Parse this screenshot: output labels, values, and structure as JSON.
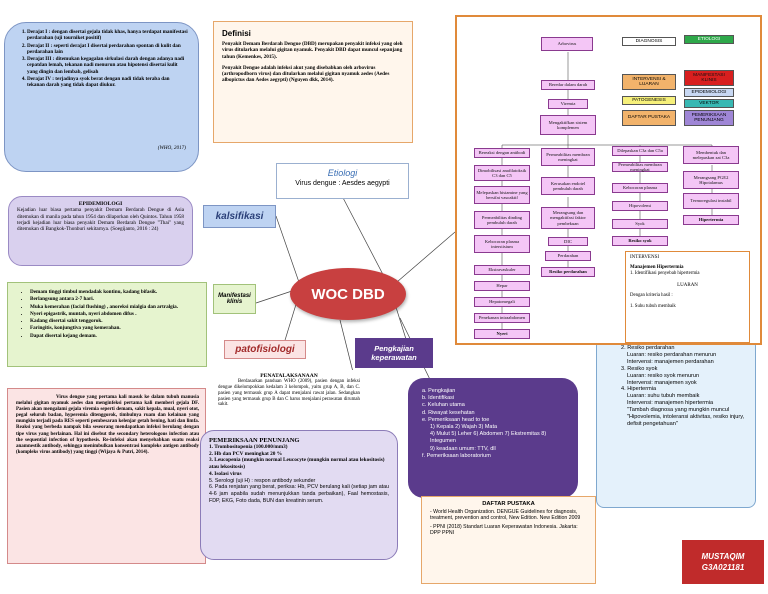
{
  "center": {
    "title": "WOC DBD"
  },
  "labels": {
    "klasifikasi": "kalsifikasi",
    "manifestasi": "Manifestasi\nklinis",
    "patofisiologi": "patofisiologi",
    "pengkajian": "Pengkajian\nkeperawatan"
  },
  "klasifikasi_box": {
    "items": [
      "Derajat I : dengan disertai gejala tidak khas, hanya terdapat manifestasi perdarahan (uji tourniket positif)",
      "Derajat II : seperti derajat I disertai perdarahan spontan di kulit dan perdarahan lain",
      "Derajat III : ditemukan kegagalan sirkulasi darah dengan adanya nadi cepatdan lemah, tekanan nadi menurun atau hipotensi disertai kulit yang dingin dan lembab, gelisah",
      "Derajat IV : terjadinya syok berat dengan nadi tidak teraba dan tekanan darah yang tidak dapat diukur."
    ],
    "source": "(WHO, 2017)"
  },
  "definisi": {
    "heading": "Definisi",
    "p1": "Penyakit Demam Berdarah Dengue (DBD) merupakan penyakit infeksi yang oleh virus ditularkan melalui gigitan nyamuk. Penyakit DBD dapat muncul sepanjang tahun (Kemenkes, 2015).",
    "p2": "Penyakit Dengue adalah infeksi akut yang disebabkan oleh arbovirus (arthropodborn virus) dan ditularkan melalui gigitan nyamuk aedes (Aedes albopictus dan Aedes aegypti) (Nguyen dkk, 2014)."
  },
  "etiologi": {
    "heading": "Etiologi",
    "text": "Virus dengue : Aesdes aegypti"
  },
  "epidemiologi": {
    "heading": "EPIDEMIOLOGI",
    "text": "Kejadian luar biasa pertama penyakit Demam Berdarah Dengue di Asia ditemukan di manila pada tahun 1954 dan dilaporkan oleh Quintos. Tahun 1958 terjadi kejadian luar biasa penyakit Demam Berdarah Dengue \"Thai\" yang ditemukan di Bangkok-Thonburi sekitarnya. (Soegijanto, 2016 : 24)"
  },
  "manifestasi_box": {
    "items": [
      "Demam tinggi timbul mendadak kontinu, kadang bifasik.",
      "Berlangsung antara 2-7 hari.",
      "Muka kemerahan (facial flushing) , anoreksi mialgia dan artralgia.",
      "Nyeri epigastrik, muntah, nyeri abdomen difus .",
      "Kadang disertai sakit tenggorok.",
      "Faringitis, konjungtiva yang kemerahan.",
      "Dapat disertai kejang demam."
    ]
  },
  "patofisiologi_box": {
    "text": "Virus dengue yang pertama kali masuk ke dalam tubuh manusia melalui gigitan nyamuk aedes dan menginfeksi pertama kali memberi gejala DF. Pasien akan mengalami gejala viremia seperti demam, sakit kepala, mual, nyeri otot, pegal seluruh badan, hyperemia ditenggorok, timbulnya ruam dan kelainan yang mungkin terjadi pada RES seperti pembesaran kelenjar getah bening, hati dan limfa. Reaksi yang berbeda nampak bila seseorang mendapatkan infeksi berulang dengan tipe virus yang berlainan. Hal ini disebut the secondary heterologous infection atau the sequential infection of hypothesis. Re-infeksi akan menyebabkan suatu reaksi anamnestik antibody, sehingga menimbulkan konsentrasi kompleks antigen antibody (kompleks virus antibody) yang tinggi (Wijaya & Putri, 2014)."
  },
  "penatalaksanaan": {
    "heading": "PENATALAKSANAAN",
    "text": "Berdasarkan panduan WHO (2009), pasien dengan infeksi dengue dikelompokkan kedalam 3 kelompok, yaitu grup A, B, dan C. pasien yang termasuk grup A dapat menjalani rawat jalan. Sedangkan pasien yang termasuk grup B dan C harus menjalani perawatan dirumah sakit."
  },
  "penunjang": {
    "heading": "PEMERIKSAAN PENUNJANG",
    "items": [
      "1. Trombositopenia (100.000/mm3)",
      "2. Hb dan PCV meningkat 20 %",
      "3. Leucopenia (mungkin normal Leucocyte (mungkin normal atau lekositosis) atau lekositosis)",
      "4. Isolasi virus",
      "5. Serologi (uji H) : respon antibody sekunder",
      "6. Pada renjatan yang berat, periksa: Hb, PCV berulang kali (setiap jam atau 4-6 jam apabila sudah menunjukkan tanda perbaikan), Faal hemostasis, FDP, EKG, Foto dada, BUN dan kreatinin serum."
    ]
  },
  "pengkajian_box": {
    "items": [
      "a. Pengkajian",
      "b. Identifikasi",
      "c. Keluhan utama",
      "d. Riwayat kesehatan",
      "e. Pemeriksaan head to toe",
      "1) Kepala 2) Wajah 3) Mata",
      "4) Mulut 5) Leher 6) Abdomen 7) Ekstremitas 8) Integumen",
      "9) keadaan umum: TTV, dll",
      "f. Pemeriksaan laboratorium"
    ]
  },
  "intervensi_list": {
    "items": [
      "2. Resiko perdarahan",
      "Luaran: resiko perdarahan menurun",
      "Intervensi: manajemen perdarahan",
      "3. Resiko syok",
      "Luaran: resiko syok menurun",
      "Intervensi: manajemen syok",
      "4. Hipertermia",
      "Luaran: suhu tubuh membaik",
      "Intervensi: manajemen hipertermia",
      "\"Tambah diagnosa yang mungkin muncul \"Hipovolemia, intoleransi aktivitas, resiko injury, defisit pengetahuan\""
    ]
  },
  "intervensi_popup": {
    "heading": "INTERVENSI",
    "diag": "Manajemen Hipertermia",
    "sub": "1. Identifikasi penyebab hipertermia",
    "luaran": "LUARAN",
    "kriteria": "Dengan kriteria hasil :",
    "hasil": "1. Suhu tubuh membaik"
  },
  "daftar_pustaka": {
    "heading": "DAFTAR PUSTAKA",
    "r1": "- World Health Organization. DENGUE Guidelines for diagnosis, treatment, prevention and control, New Edition. New Edition 2009",
    "r2": "- PPNI (2018) Standart Luaran Keperawatan Indonesia. Jakarta: DPP PPNI"
  },
  "author": {
    "name": "MUSTAQIM",
    "nim": "G3A021181"
  },
  "flowchart": {
    "legend": [
      "DIAGNOSIS",
      "ETIOLOGI",
      "INTERVENSI & LUARAN",
      "MANIFESTASI KLINIS",
      "EPIDEMIOLOGI",
      "PATOGENESIS",
      "VEKTOR",
      "DAFTAR PUSTAKA",
      "PEMERIKSAAN PENUNJANG"
    ],
    "nodes": {
      "arbovirus": "Arbovirus",
      "beredar": "Beredar dalam darah",
      "viremia": "Viremia",
      "mengaktifkan": "Mengaktifkan sistem komplemen",
      "bereaksi": "Bereaksi dengan antibodi",
      "dimobilisasi": "Dimobilisasi anafilatoksik C3 dan C5",
      "melepaskan": "Melepaskan histamine yang bersifat vasoaktif",
      "permeabilitas": "Permeabilitas dinding pembuluh darah",
      "kebocoran": "Kebocoran plasma interstisium",
      "ekstravaskuler": "Ekstravaskuler",
      "hepar": "Hepar",
      "hepatomegali": "Hepatomegali",
      "penekanan": "Penekanan intraabdomen",
      "nyeri": "Nyeri",
      "permeabilitas_meningkat": "Permeabilitas membran meningkat",
      "kerusakan": "Kerusakan endotel pembuluh darah",
      "merangsang": "Merangsang dan mengaktifasi faktor pembekuan",
      "dic": "DIC",
      "perdarahan": "Perdarahan",
      "resiko_perdarahan": "Resiko perdarahan",
      "dilepaskan": "Dilepaskan C3a dan C5a",
      "permeabilitas_pembuluh": "Permeabilitas membran meningkat",
      "kebocoran_plasma": "Kebocoran plasma",
      "hipovolemi": "Hipovolemi",
      "syok": "Syok",
      "resiko_syok": "Resiko syok",
      "membentuk": "Membentuk dan melepaskan zat C3a",
      "merangsang_pge2": "Merangsang PGE2 Hipotalamus",
      "termoregulasi": "Termoregulasi instabil",
      "hipertermia": "Hipertermia"
    }
  },
  "colors": {
    "center": "#c84040",
    "blue_box": "#bed3f2",
    "lavender": "#d9d0ee",
    "green_box": "#e6f4cf",
    "pink_box": "#fbe4e4",
    "purple_box": "#5b3b8c",
    "flow_node": "#f4c6f6",
    "orange_border": "#e08a3a"
  }
}
